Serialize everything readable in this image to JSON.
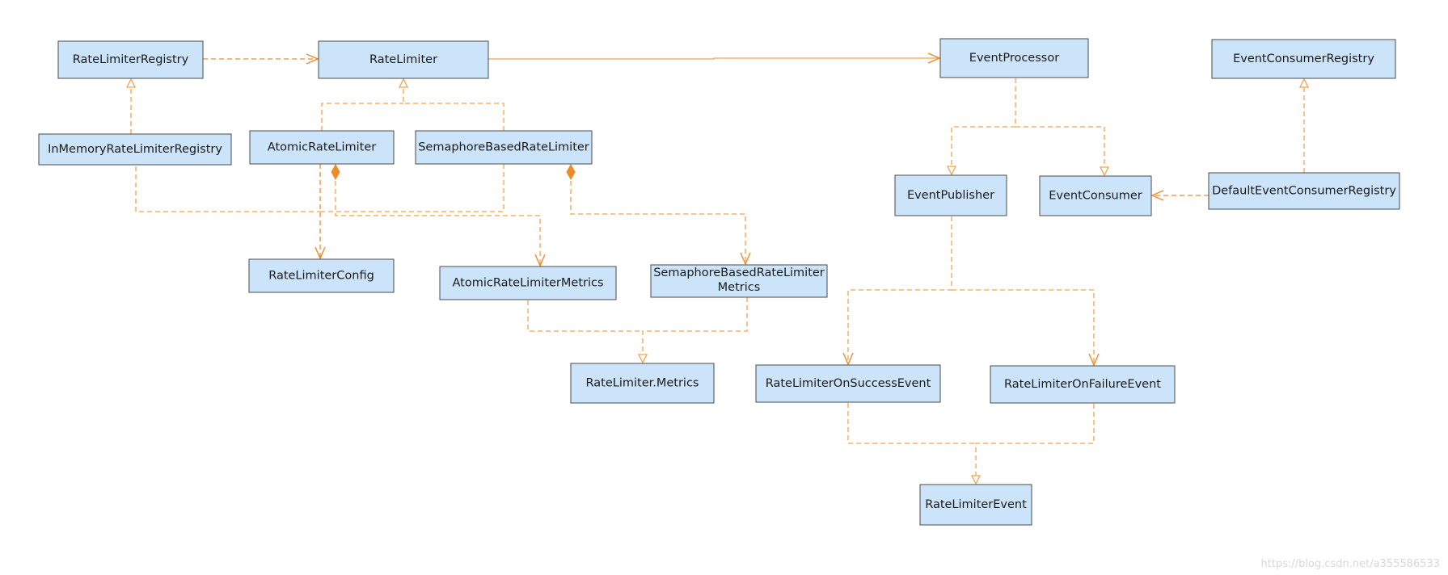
{
  "diagram": {
    "nodes": [
      {
        "id": "RateLimiterRegistry",
        "label": "RateLimiterRegistry"
      },
      {
        "id": "RateLimiter",
        "label": "RateLimiter"
      },
      {
        "id": "EventProcessor",
        "label": "EventProcessor"
      },
      {
        "id": "EventConsumerRegistry",
        "label": "EventConsumerRegistry"
      },
      {
        "id": "InMemoryRateLimiterRegistry",
        "label": "InMemoryRateLimiterRegistry"
      },
      {
        "id": "AtomicRateLimiter",
        "label": "AtomicRateLimiter"
      },
      {
        "id": "SemaphoreBasedRateLimiter",
        "label": "SemaphoreBasedRateLimiter"
      },
      {
        "id": "EventPublisher",
        "label": "EventPublisher"
      },
      {
        "id": "EventConsumer",
        "label": "EventConsumer"
      },
      {
        "id": "DefaultEventConsumerRegistry",
        "label": "DefaultEventConsumerRegistry"
      },
      {
        "id": "RateLimiterConfig",
        "label": "RateLimiterConfig"
      },
      {
        "id": "AtomicRateLimiterMetrics",
        "label": "AtomicRateLimiterMetrics"
      },
      {
        "id": "SemaphoreBasedRateLimiterMetrics",
        "label_lines": [
          "SemaphoreBasedRateLimiter",
          "Metrics"
        ]
      },
      {
        "id": "RateLimiterMetrics",
        "label": "RateLimiter.Metrics"
      },
      {
        "id": "RateLimiterOnSuccessEvent",
        "label": "RateLimiterOnSuccessEvent"
      },
      {
        "id": "RateLimiterOnFailureEvent",
        "label": "RateLimiterOnFailureEvent"
      },
      {
        "id": "RateLimiterEvent",
        "label": "RateLimiterEvent"
      }
    ],
    "edges": [
      {
        "from": "RateLimiterRegistry",
        "to": "RateLimiter",
        "kind": "dependency"
      },
      {
        "from": "RateLimiter",
        "to": "EventProcessor",
        "kind": "association"
      },
      {
        "from": "InMemoryRateLimiterRegistry",
        "to": "RateLimiterRegistry",
        "kind": "realization"
      },
      {
        "from": "AtomicRateLimiter",
        "to": "RateLimiter",
        "kind": "realization"
      },
      {
        "from": "SemaphoreBasedRateLimiter",
        "to": "RateLimiter",
        "kind": "realization"
      },
      {
        "from": "InMemoryRateLimiterRegistry",
        "to": "RateLimiterConfig",
        "kind": "dependency"
      },
      {
        "from": "AtomicRateLimiter",
        "to": "RateLimiterConfig",
        "kind": "dependency"
      },
      {
        "from": "SemaphoreBasedRateLimiter",
        "to": "RateLimiterConfig",
        "kind": "dependency"
      },
      {
        "from": "AtomicRateLimiter",
        "to": "AtomicRateLimiterMetrics",
        "kind": "composition"
      },
      {
        "from": "SemaphoreBasedRateLimiter",
        "to": "SemaphoreBasedRateLimiterMetrics",
        "kind": "composition"
      },
      {
        "from": "AtomicRateLimiterMetrics",
        "to": "RateLimiterMetrics",
        "kind": "realization"
      },
      {
        "from": "SemaphoreBasedRateLimiterMetrics",
        "to": "RateLimiterMetrics",
        "kind": "realization"
      },
      {
        "from": "EventProcessor",
        "to": "EventPublisher",
        "kind": "realization"
      },
      {
        "from": "EventProcessor",
        "to": "EventConsumer",
        "kind": "realization"
      },
      {
        "from": "DefaultEventConsumerRegistry",
        "to": "EventConsumerRegistry",
        "kind": "realization"
      },
      {
        "from": "DefaultEventConsumerRegistry",
        "to": "EventConsumer",
        "kind": "dependency"
      },
      {
        "from": "EventPublisher",
        "to": "RateLimiterOnSuccessEvent",
        "kind": "dependency"
      },
      {
        "from": "EventPublisher",
        "to": "RateLimiterOnFailureEvent",
        "kind": "dependency"
      },
      {
        "from": "RateLimiterOnSuccessEvent",
        "to": "RateLimiterEvent",
        "kind": "realization"
      },
      {
        "from": "RateLimiterOnFailureEvent",
        "to": "RateLimiterEvent",
        "kind": "realization"
      }
    ]
  },
  "watermark": "https://blog.csdn.net/a355586533",
  "colors": {
    "node_fill": "#cce4fa",
    "node_border": "#4a4a4a",
    "edge": "#f4a24a",
    "edge_dark": "#ee8a2a"
  }
}
